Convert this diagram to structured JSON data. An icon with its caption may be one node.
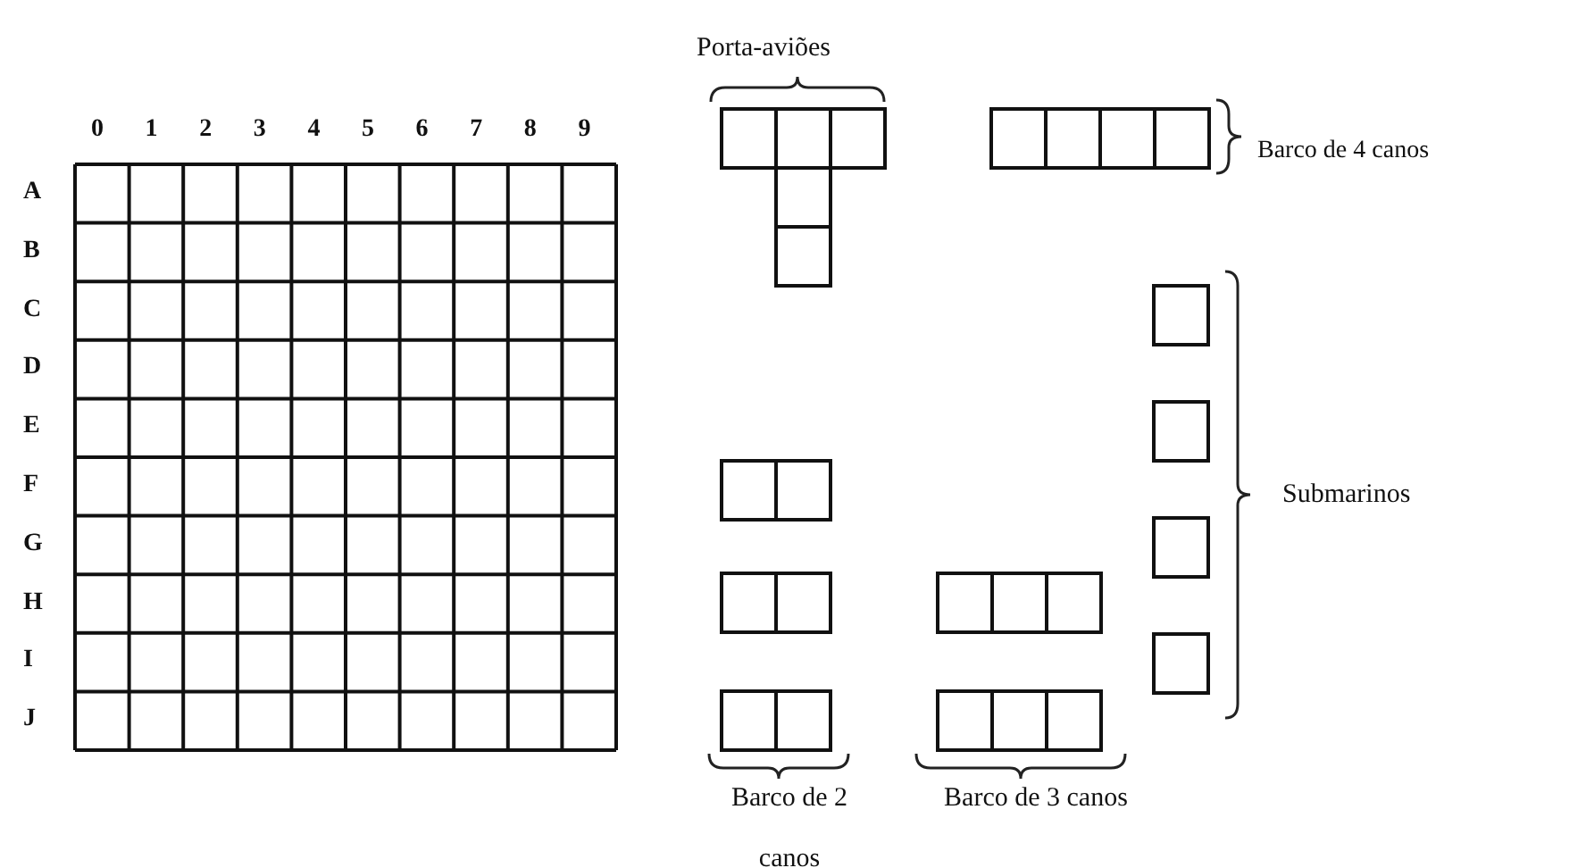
{
  "diagram": {
    "labels": [
      "Porta-aviões",
      "0",
      "1",
      "2",
      "3",
      "4",
      "5",
      "6",
      "7",
      "8",
      "9",
      "Barco de 4 canos",
      "A",
      "B",
      "C",
      "D",
      "E",
      "F",
      "G",
      "H",
      "I",
      "J",
      "Submarinos",
      "Barco de 2 canos",
      "Barco de 3 canos"
    ]
  }
}
